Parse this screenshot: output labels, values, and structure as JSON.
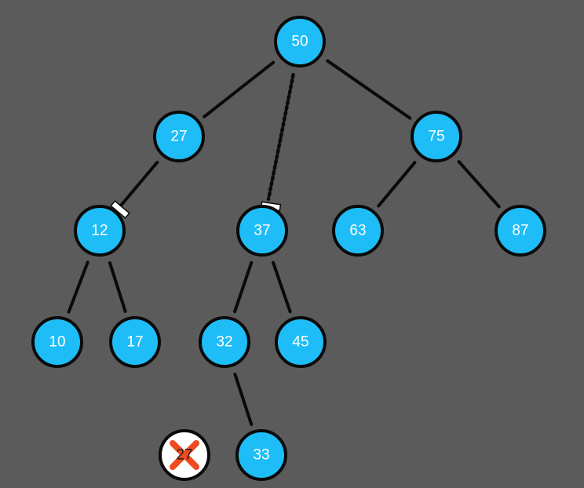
{
  "colors": {
    "background": "#5b5b5c",
    "node_fill": "#1ebdf7",
    "node_stroke": "#0a0a0a",
    "edge": "#0a0a0a",
    "removed_fill": "#ffffff",
    "removed_mark": "#ef4b1f",
    "cut_marker": "#ffffff"
  },
  "tree": {
    "nodes": [
      {
        "id": "n50",
        "label": "50"
      },
      {
        "id": "n27",
        "label": "27"
      },
      {
        "id": "n75",
        "label": "75"
      },
      {
        "id": "n12",
        "label": "12"
      },
      {
        "id": "n37",
        "label": "37"
      },
      {
        "id": "n63",
        "label": "63"
      },
      {
        "id": "n87",
        "label": "87"
      },
      {
        "id": "n10",
        "label": "10"
      },
      {
        "id": "n17",
        "label": "17"
      },
      {
        "id": "n32",
        "label": "32"
      },
      {
        "id": "n45",
        "label": "45"
      },
      {
        "id": "n33",
        "label": "33"
      }
    ],
    "edges": [
      {
        "from": "n50",
        "to": "n27",
        "style": "solid"
      },
      {
        "from": "n50",
        "to": "n75",
        "style": "solid"
      },
      {
        "from": "n50",
        "to": "n37",
        "style": "dotted"
      },
      {
        "from": "n27",
        "to": "n12",
        "style": "solid"
      },
      {
        "from": "n75",
        "to": "n63",
        "style": "solid"
      },
      {
        "from": "n75",
        "to": "n87",
        "style": "solid"
      },
      {
        "from": "n12",
        "to": "n10",
        "style": "solid"
      },
      {
        "from": "n12",
        "to": "n17",
        "style": "solid"
      },
      {
        "from": "n37",
        "to": "n32",
        "style": "solid"
      },
      {
        "from": "n37",
        "to": "n45",
        "style": "solid"
      },
      {
        "from": "n32",
        "to": "n33",
        "style": "solid"
      }
    ],
    "removed_node": {
      "label": "27",
      "mark": "cross-icon"
    },
    "cut_markers": [
      "n12",
      "n37"
    ]
  }
}
